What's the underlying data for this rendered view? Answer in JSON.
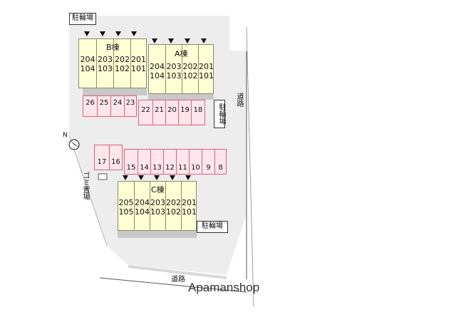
{
  "labels": {
    "bike_parking_top": "駐輪場",
    "bike_parking_right": "駐輪場",
    "bike_parking_bottom": "駐輪場",
    "road_right": "道路",
    "road_bottom": "道路",
    "garbage": "ゴミ置場",
    "north": "N",
    "brand": "Apamanshop"
  },
  "buildings": [
    {
      "id": "B",
      "name": "B棟",
      "columns": [
        [
          "204",
          "104"
        ],
        [
          "203",
          "103"
        ],
        [
          "202",
          "102"
        ],
        [
          "201",
          "101"
        ]
      ]
    },
    {
      "id": "A",
      "name": "A棟",
      "columns": [
        [
          "204",
          "104"
        ],
        [
          "203",
          "103"
        ],
        [
          "202",
          "102"
        ],
        [
          "201",
          "101"
        ]
      ]
    },
    {
      "id": "C",
      "name": "C棟",
      "columns": [
        [
          "205",
          "105"
        ],
        [
          "204",
          "104"
        ],
        [
          "203",
          "103"
        ],
        [
          "202",
          "102"
        ],
        [
          "201",
          "101"
        ]
      ]
    }
  ],
  "parking_rows": [
    {
      "id": "row-23-26",
      "spaces": [
        "26",
        "25",
        "24",
        "23"
      ]
    },
    {
      "id": "row-18-22",
      "spaces": [
        "22",
        "21",
        "20",
        "19",
        "18"
      ]
    },
    {
      "id": "row-16-17",
      "spaces": [
        "17",
        "16"
      ]
    },
    {
      "id": "row-8-15",
      "spaces": [
        "15",
        "14",
        "13",
        "12",
        "11",
        "10",
        "9",
        "8"
      ]
    }
  ],
  "colors": {
    "building_fill": "#ffffd6",
    "parking_fill": "#ffe6ec",
    "parking_border": "#d9607a",
    "lot_fill": "#ededed"
  }
}
